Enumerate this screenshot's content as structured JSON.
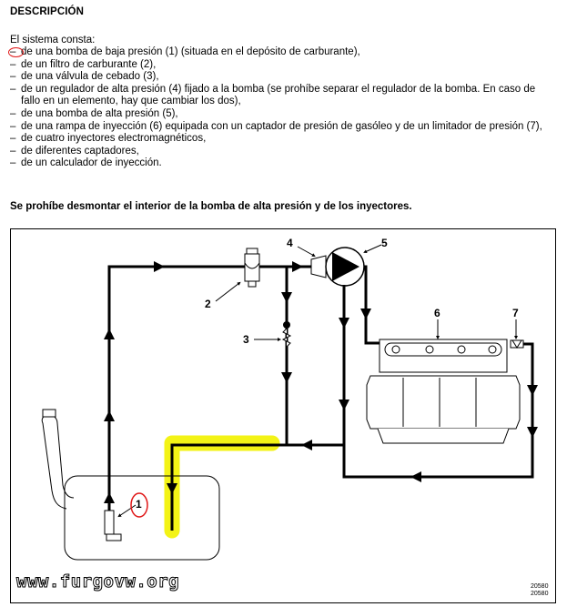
{
  "heading": "DESCRIPCIÓN",
  "intro": "El sistema consta:",
  "items": [
    {
      "dash": "–",
      "text": "de una bomba de baja presión (1) (situada en el depósito de carburante),",
      "cont": ""
    },
    {
      "dash": "–",
      "text": "de un filtro de carburante (2),",
      "cont": ""
    },
    {
      "dash": "–",
      "text": "de una válvula de cebado (3),",
      "cont": ""
    },
    {
      "dash": "–",
      "text": "de un regulador de alta presión (4) fijado a la bomba (se prohíbe separar el regulador de la bomba. En caso de",
      "cont": "fallo en un elemento, hay que cambiar los dos),"
    },
    {
      "dash": "–",
      "text": "de una bomba de alta presión (5),",
      "cont": ""
    },
    {
      "dash": "–",
      "text": "de una rampa de inyección (6) equipada con un captador de presión de gasóleo y de un limitador de presión (7),",
      "cont": ""
    },
    {
      "dash": "–",
      "text": "de cuatro inyectores electromagnéticos,",
      "cont": ""
    },
    {
      "dash": "–",
      "text": "de diferentes captadores,",
      "cont": ""
    },
    {
      "dash": "–",
      "text": "de un calculador de inyección.",
      "cont": ""
    }
  ],
  "warning": "Se prohíbe desmontar el interior de la bomba de alta presión y de los inyectores.",
  "diagram": {
    "labels": {
      "l1": "1",
      "l2": "2",
      "l3": "3",
      "l4": "4",
      "l5": "5",
      "l6": "6",
      "l7": "7"
    },
    "highlight_color": "#f2f20a",
    "annotation_color": "#e01818"
  },
  "watermark": "www.furgovw.org",
  "ref_code": {
    "line1": "20580",
    "line2": "20580"
  }
}
